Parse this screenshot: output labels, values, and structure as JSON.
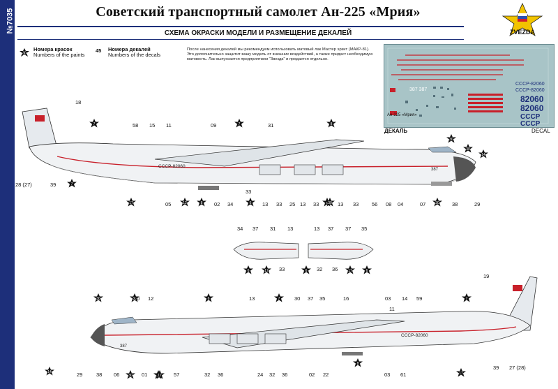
{
  "header": {
    "catalog_no": "№7035",
    "title": "Советский транспортный самолет Ан-225 «Мрия»",
    "subtitle": "СХЕМА ОКРАСКИ МОДЕЛИ И РАЗМЕЩЕНИЕ ДЕКАЛЕЙ",
    "brand": "ZVEZDA"
  },
  "legend": {
    "paint_badge": "30",
    "paint_label_ru": "Номера красок",
    "paint_label_en": "Numbers of the paints",
    "decal_number": "45",
    "decal_label_ru": "Номера декалей",
    "decal_label_en": "Numbers of the decals"
  },
  "note_text": "После нанесения декалей мы рекомендуем использовать матовый лак Мастер эрзит (МАКР-81). Это дополнительно защитит вашу модель от внешних воздействий, а также придаст необходимую матовость. Лак выпускается предприятием \"Звезда\" и продается отдельно.",
  "decal_sheet": {
    "caption_ru": "ДЕКАЛЬ",
    "caption_en": "DECAL",
    "caption_item": "Ан-225 «Мрия»",
    "reg_1": "СССР-82060",
    "reg_2": "СССР-82060",
    "big_1": "82060",
    "big_2": "82060",
    "cccp_1": "СССР",
    "cccp_2": "СССР",
    "small_num": "387 387"
  },
  "top_view": {
    "registration": "СССР-82060",
    "nose_number": "387",
    "labels_top": [
      "18",
      "58",
      "15",
      "11",
      "09",
      "31",
      "39"
    ],
    "labels_bottom": [
      "28 (27)",
      "05",
      "02",
      "34",
      "33",
      "13",
      "33",
      "25",
      "13",
      "33",
      "13",
      "33",
      "56",
      "08",
      "04",
      "07",
      "38",
      "29"
    ],
    "paint_badges": [
      "7",
      "7",
      "7",
      "8",
      "30",
      "30",
      "14",
      "17",
      "12",
      "8",
      "6",
      "6",
      "30",
      "30",
      "30",
      "17"
    ]
  },
  "engines": {
    "left_labels_top": [
      "34",
      "37",
      "31",
      "13"
    ],
    "left_labels_bottom": [
      "33"
    ],
    "left_badges": [
      "6",
      "17"
    ],
    "right_labels_top": [
      "13",
      "37",
      "37",
      "35"
    ],
    "right_labels_bottom": [
      "32",
      "36"
    ],
    "right_badges": [
      "6",
      "6",
      "17"
    ]
  },
  "bottom_view": {
    "registration": "СССР-82060",
    "nose_number": "387",
    "labels_top": [
      "30",
      "12",
      "13",
      "30",
      "37",
      "35",
      "16",
      "03",
      "11",
      "14",
      "59",
      "19"
    ],
    "labels_bottom": [
      "29",
      "38",
      "06",
      "30",
      "01",
      "57",
      "32",
      "36",
      "24",
      "32",
      "36",
      "02",
      "22",
      "03",
      "61",
      "39",
      "27 (28)"
    ],
    "paint_badges": [
      "30",
      "14",
      "30",
      "6",
      "7",
      "30",
      "7",
      "8",
      "17",
      "30",
      "17"
    ]
  }
}
